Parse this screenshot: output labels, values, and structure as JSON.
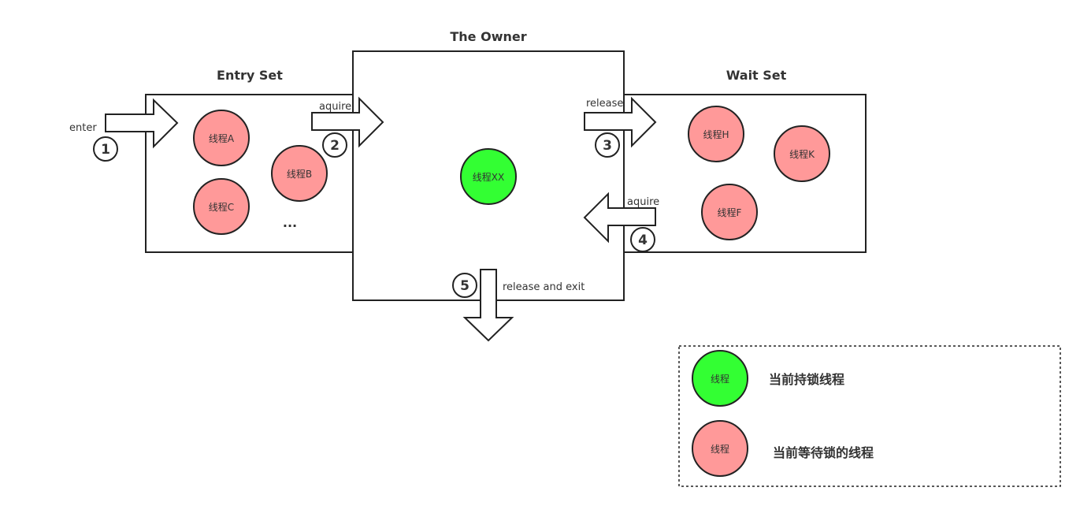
{
  "colors": {
    "waiting": "#ff9999",
    "owner": "#33ff33",
    "stroke": "#222222"
  },
  "sets": {
    "entry": {
      "title": "Entry Set",
      "ellipsis": "..."
    },
    "owner": {
      "title": "The Owner"
    },
    "wait": {
      "title": "Wait Set"
    }
  },
  "threads": {
    "a": "线程A",
    "b": "线程B",
    "c": "线程C",
    "xx": "线程XX",
    "h": "线程H",
    "k": "线程K",
    "f": "线程F"
  },
  "steps": [
    {
      "num": "1",
      "label": "enter"
    },
    {
      "num": "2",
      "label": "aquire"
    },
    {
      "num": "3",
      "label": "release"
    },
    {
      "num": "4",
      "label": "aquire"
    },
    {
      "num": "5",
      "label": "release and exit"
    }
  ],
  "legend": {
    "owner": {
      "node_label": "线程",
      "text": "当前持锁线程"
    },
    "waiting": {
      "node_label": "线程",
      "text": "当前等待锁的线程"
    }
  }
}
